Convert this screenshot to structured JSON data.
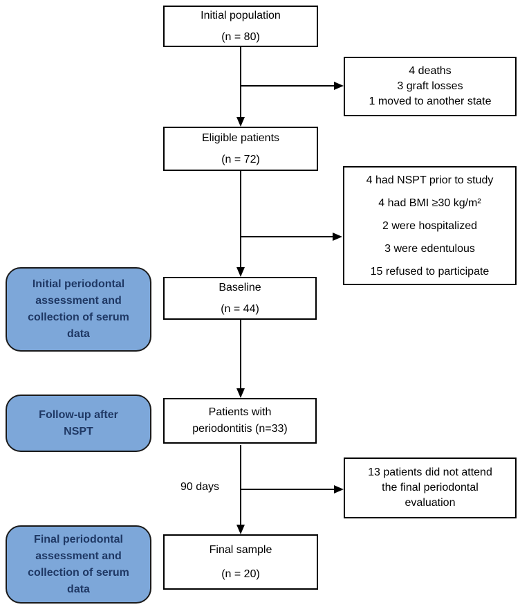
{
  "colors": {
    "background": "#ffffff",
    "box_fill": "#ffffff",
    "box_border": "#000000",
    "stage_fill": "#7da7d9",
    "stage_border": "#1a1a1a",
    "stage_text": "#1f3864",
    "arrow": "#000000",
    "text": "#000000"
  },
  "nodes": {
    "initial_population": {
      "title": "Initial population",
      "count": "(n = 80)"
    },
    "eligible_patients": {
      "title": "Eligible patients",
      "count": "(n = 72)"
    },
    "baseline": {
      "title": "Baseline",
      "count": "(n = 44)"
    },
    "periodontitis": {
      "line1": "Patients with",
      "line2": "periodontitis (n=33)"
    },
    "final_sample": {
      "title": "Final sample",
      "count": "(n = 20)"
    }
  },
  "exclusions": {
    "after_initial": [
      "4 deaths",
      "3 graft losses",
      "1 moved to another state"
    ],
    "after_eligible": [
      "4 had NSPT prior to study",
      "4 had BMI ≥30 kg/m²",
      "2 were hospitalized",
      "3 were edentulous",
      "15 refused to participate"
    ],
    "after_periodontitis": [
      "13 patients did not attend",
      "the final periodontal",
      "evaluation"
    ]
  },
  "stage_labels": {
    "initial": [
      "Initial periodontal",
      "assessment and",
      "collection of serum",
      "data"
    ],
    "followup": [
      "Follow-up after",
      "NSPT"
    ],
    "final": [
      "Final periodontal",
      "assessment and",
      "collection of serum",
      "data"
    ]
  },
  "annotations": {
    "timeline": "90 days"
  }
}
